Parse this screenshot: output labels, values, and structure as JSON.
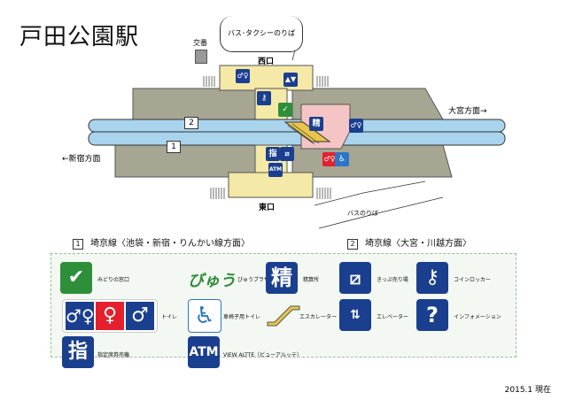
{
  "title": "戸田公園駅",
  "bus_taxi": "バス･タクシーのりば",
  "koban": "交番",
  "west_exit": "西口",
  "east_exit": "東口",
  "bus_stop": "バスのりば",
  "dir_omiya": "大宮方面→",
  "dir_shinjuku": "←新宿方面",
  "track_numbers": [
    "2",
    "1"
  ],
  "routes": [
    {
      "num": "1",
      "label": "埼京線〈池袋・新宿・りんかい線方面〉"
    },
    {
      "num": "2",
      "label": "埼京線〈大宮・川越方面〉"
    }
  ],
  "legend": {
    "midori": "みどりの窓口",
    "view_plaza_logo": "びゅう",
    "view_plaza": "びゅうプラザ",
    "fare_glyph": "精",
    "fare": "精算所",
    "ticket": "きっぷ売り場",
    "locker": "コインロッカー",
    "toilet": "トイレ",
    "accessible_toilet": "車椅子用トイレ",
    "escalator": "エスカレーター",
    "elevator": "エレベーター",
    "info": "インフォメーション",
    "reserved_glyph": "指",
    "reserved": "指定席券売機",
    "atm_glyph": "ATM",
    "atm": "VIEW ALTTE（ビューアルッテ）"
  },
  "date": "2015.1 現在",
  "colors": {
    "platform": "#a7a693",
    "track": "#a9d4ee",
    "concourse": "#f4e9a6",
    "pink": "#f5c4c4",
    "navy": "#1a3f8f",
    "green": "#2e8f3b",
    "red": "#e5202c"
  }
}
